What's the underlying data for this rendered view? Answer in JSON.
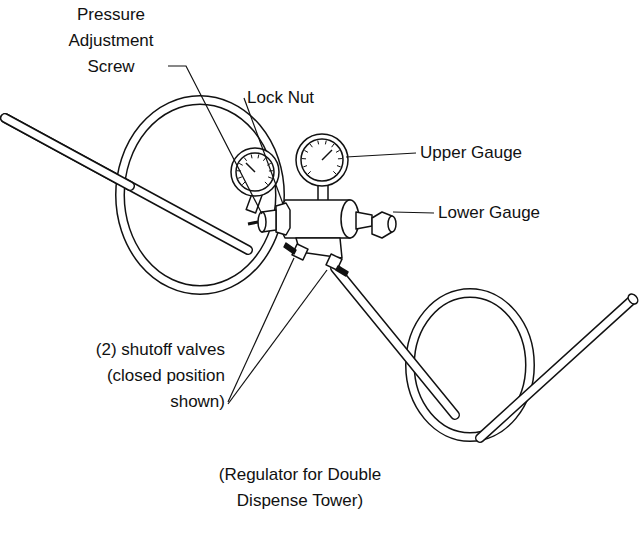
{
  "diagram": {
    "caption": "(Regulator for Double Dispense Tower)",
    "labels": [
      "Pressure Adjustment Screw",
      "Lock Nut",
      "Upper Gauge",
      "Lower Gauge",
      "(2) shutoff valves (closed position shown)"
    ]
  }
}
